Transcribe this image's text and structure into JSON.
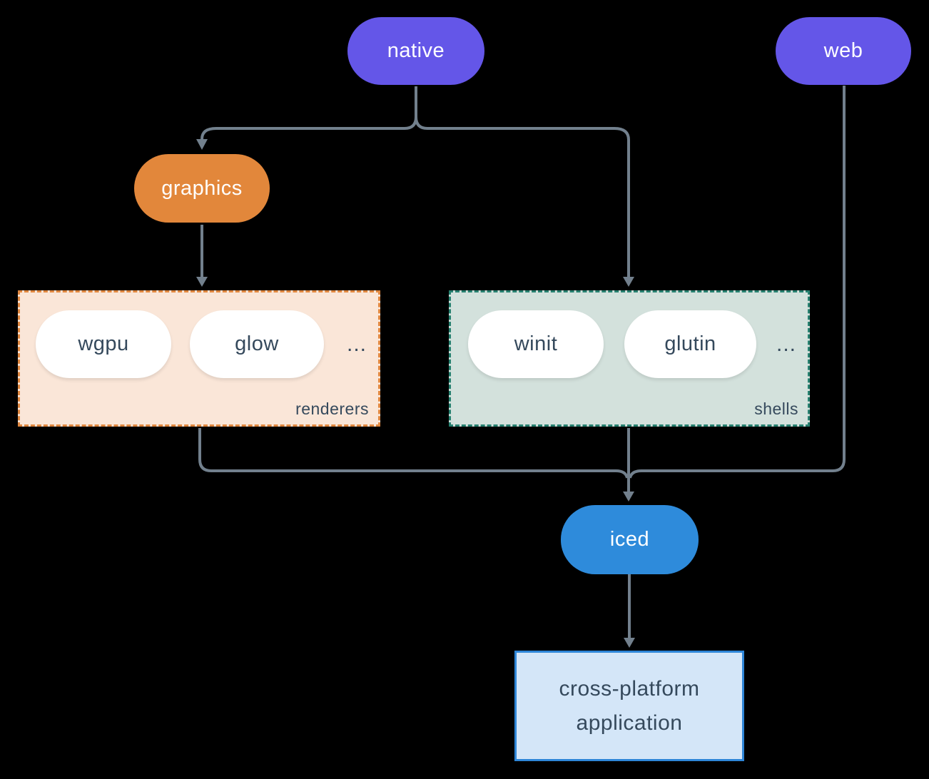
{
  "diagram": {
    "description": "iced ecosystem architecture diagram",
    "background_color": "#000000",
    "connector_color": "#72808D",
    "nodes": {
      "native": {
        "label": "native",
        "color": "#6456E8",
        "text_color": "#FFFFFF"
      },
      "web": {
        "label": "web",
        "color": "#6456E8",
        "text_color": "#FFFFFF"
      },
      "graphics": {
        "label": "graphics",
        "color": "#E2873B",
        "text_color": "#FFFFFF"
      },
      "iced": {
        "label": "iced",
        "color": "#2E8BDB",
        "text_color": "#FFFFFF"
      },
      "app": {
        "label_line1": "cross-platform",
        "label_line2": "application",
        "fill": "#D4E6F8",
        "border": "#2E86D8",
        "text_color": "#35495C"
      }
    },
    "groups": {
      "renderers": {
        "label": "renderers",
        "fill": "#FAE6D8",
        "border": "#E0873F",
        "items": [
          "wgpu",
          "glow"
        ],
        "ellipsis": "..."
      },
      "shells": {
        "label": "shells",
        "fill": "#D3E1DC",
        "border": "#26806F",
        "items": [
          "winit",
          "glutin"
        ],
        "ellipsis": "..."
      }
    },
    "edges": [
      {
        "from": "native",
        "to": "graphics"
      },
      {
        "from": "native",
        "to": "shells"
      },
      {
        "from": "graphics",
        "to": "renderers"
      },
      {
        "from": "renderers",
        "to": "iced"
      },
      {
        "from": "shells",
        "to": "iced"
      },
      {
        "from": "web",
        "to": "iced"
      },
      {
        "from": "iced",
        "to": "cross-platform application"
      }
    ]
  }
}
